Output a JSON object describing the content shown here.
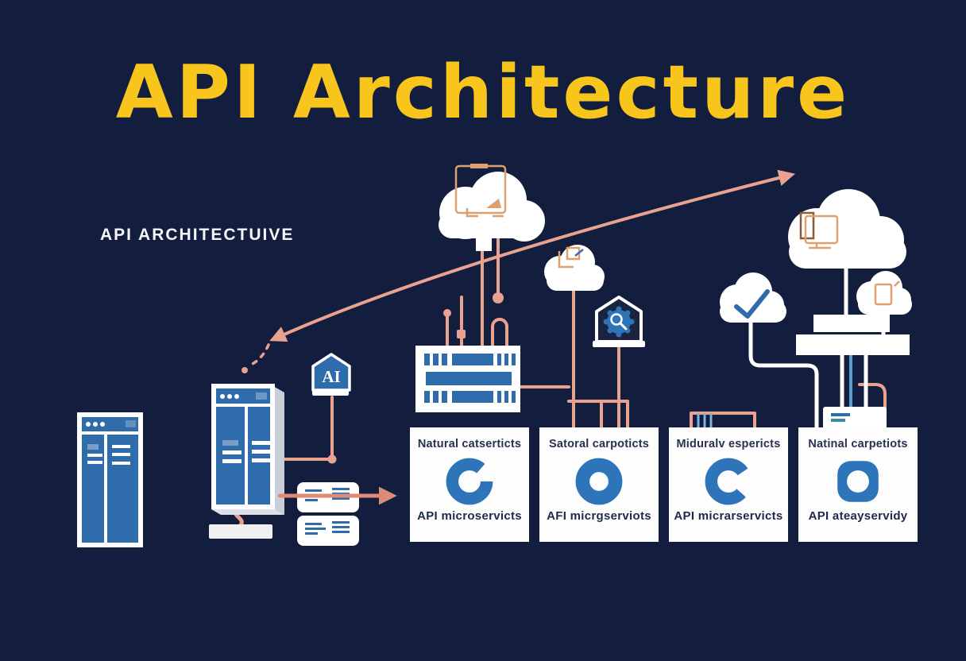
{
  "title": {
    "text": "API Architecture"
  },
  "subtitle": {
    "text": "API ARCHITECTUIVE"
  },
  "badges": {
    "ai_label": "AI"
  },
  "colors": {
    "background": "#131d3e",
    "title_yellow": "#f7c51b",
    "connector_salmon": "#e9a290",
    "arrow_coral": "#e08b76",
    "device_blue": "#2e6cab",
    "icon_blue": "#2e74b8",
    "icon_orange": "#dfa06f",
    "light_blue": "#7fb3dc",
    "card_background": "#fdfdfe",
    "card_text": "#222d4b"
  },
  "cards": [
    {
      "title": "Natural catserticts",
      "caption": "API microservicts",
      "icon": "donut-gap-top-right"
    },
    {
      "title": "Satoral carpoticts",
      "caption": "AFI micrgserviots",
      "icon": "donut-ring"
    },
    {
      "title": "Miduralv espericts",
      "caption": "API micrarservicts",
      "icon": "donut-gap-right"
    },
    {
      "title": "Natinal carpetiots",
      "caption": "API ateayservidy",
      "icon": "rounded-square-ring"
    }
  ]
}
